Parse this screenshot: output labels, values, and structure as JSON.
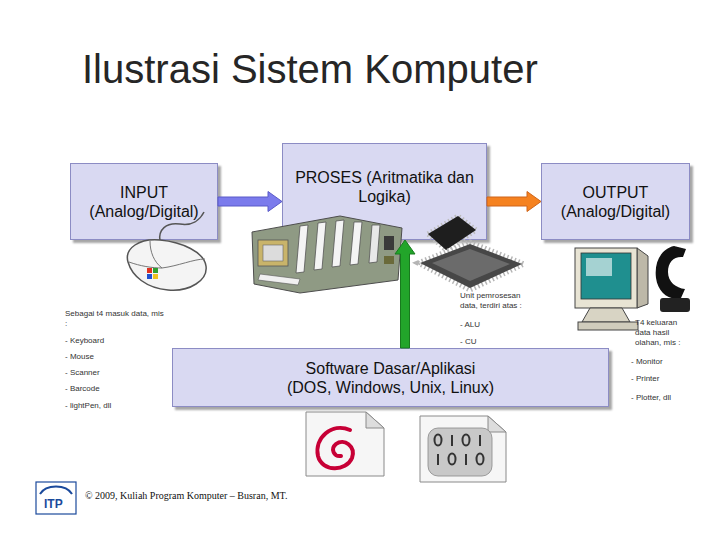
{
  "diagram": {
    "title": "Ilustrasi Sistem Komputer",
    "nodes": [
      {
        "text": [
          "INPUT (Analog/Digital)"
        ]
      },
      {
        "text": [
          "PROSES (Aritmatika dan Logika)"
        ]
      },
      {
        "text": [
          "OUTPUT (Analog/Digital)"
        ]
      },
      {
        "text": [
          "Software Dasar/Aplikasi (DOS, Windows, Unix, Linux)"
        ]
      }
    ],
    "edges": [
      {
        "from": 0,
        "to": 1,
        "arrow": "to"
      },
      {
        "from": 1,
        "to": 2,
        "arrow": "to"
      },
      {
        "from": 3,
        "to": 1,
        "arrow": "to"
      }
    ],
    "labels": [
      "Sebagai t4 masuk data, mis :",
      "- Keyboard",
      "- Mouse",
      "- Scanner",
      "- Barcode",
      "- lightPen, dll",
      "Unit pemrosesan data, terdiri atas :",
      "- ALU",
      "- CU",
      "T4 keluaran data hasil olahan, mis :",
      "- Monitor",
      "- Printer",
      "- Plotter, dll",
      "ITP",
      "© 2009, Kuliah Program Komputer – Busran, MT."
    ]
  }
}
